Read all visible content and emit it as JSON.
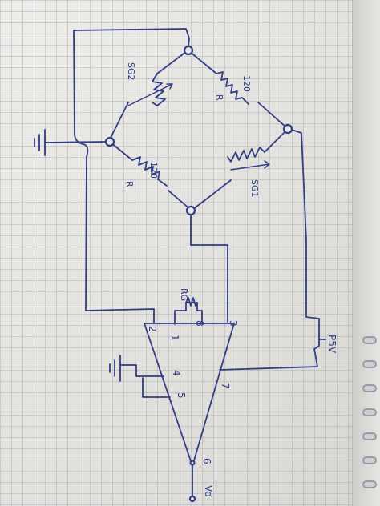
{
  "diagram": {
    "resistors": {
      "sg2": {
        "label": "SG2"
      },
      "r_top_right": {
        "value": "120",
        "symbol": "R"
      },
      "sg1": {
        "label": "SG1"
      },
      "r_bottom_left": {
        "value": "120",
        "symbol": "R"
      },
      "rg": {
        "label": "RG"
      }
    },
    "opamp_pins": [
      "1",
      "2",
      "3",
      "4",
      "5",
      "6",
      "7",
      "8"
    ],
    "supply_label": "P5V",
    "output_label": "Vo"
  },
  "colors": {
    "ink": "#2f3b86",
    "paper": "#e9e8e4",
    "grid": "#9696a0"
  }
}
